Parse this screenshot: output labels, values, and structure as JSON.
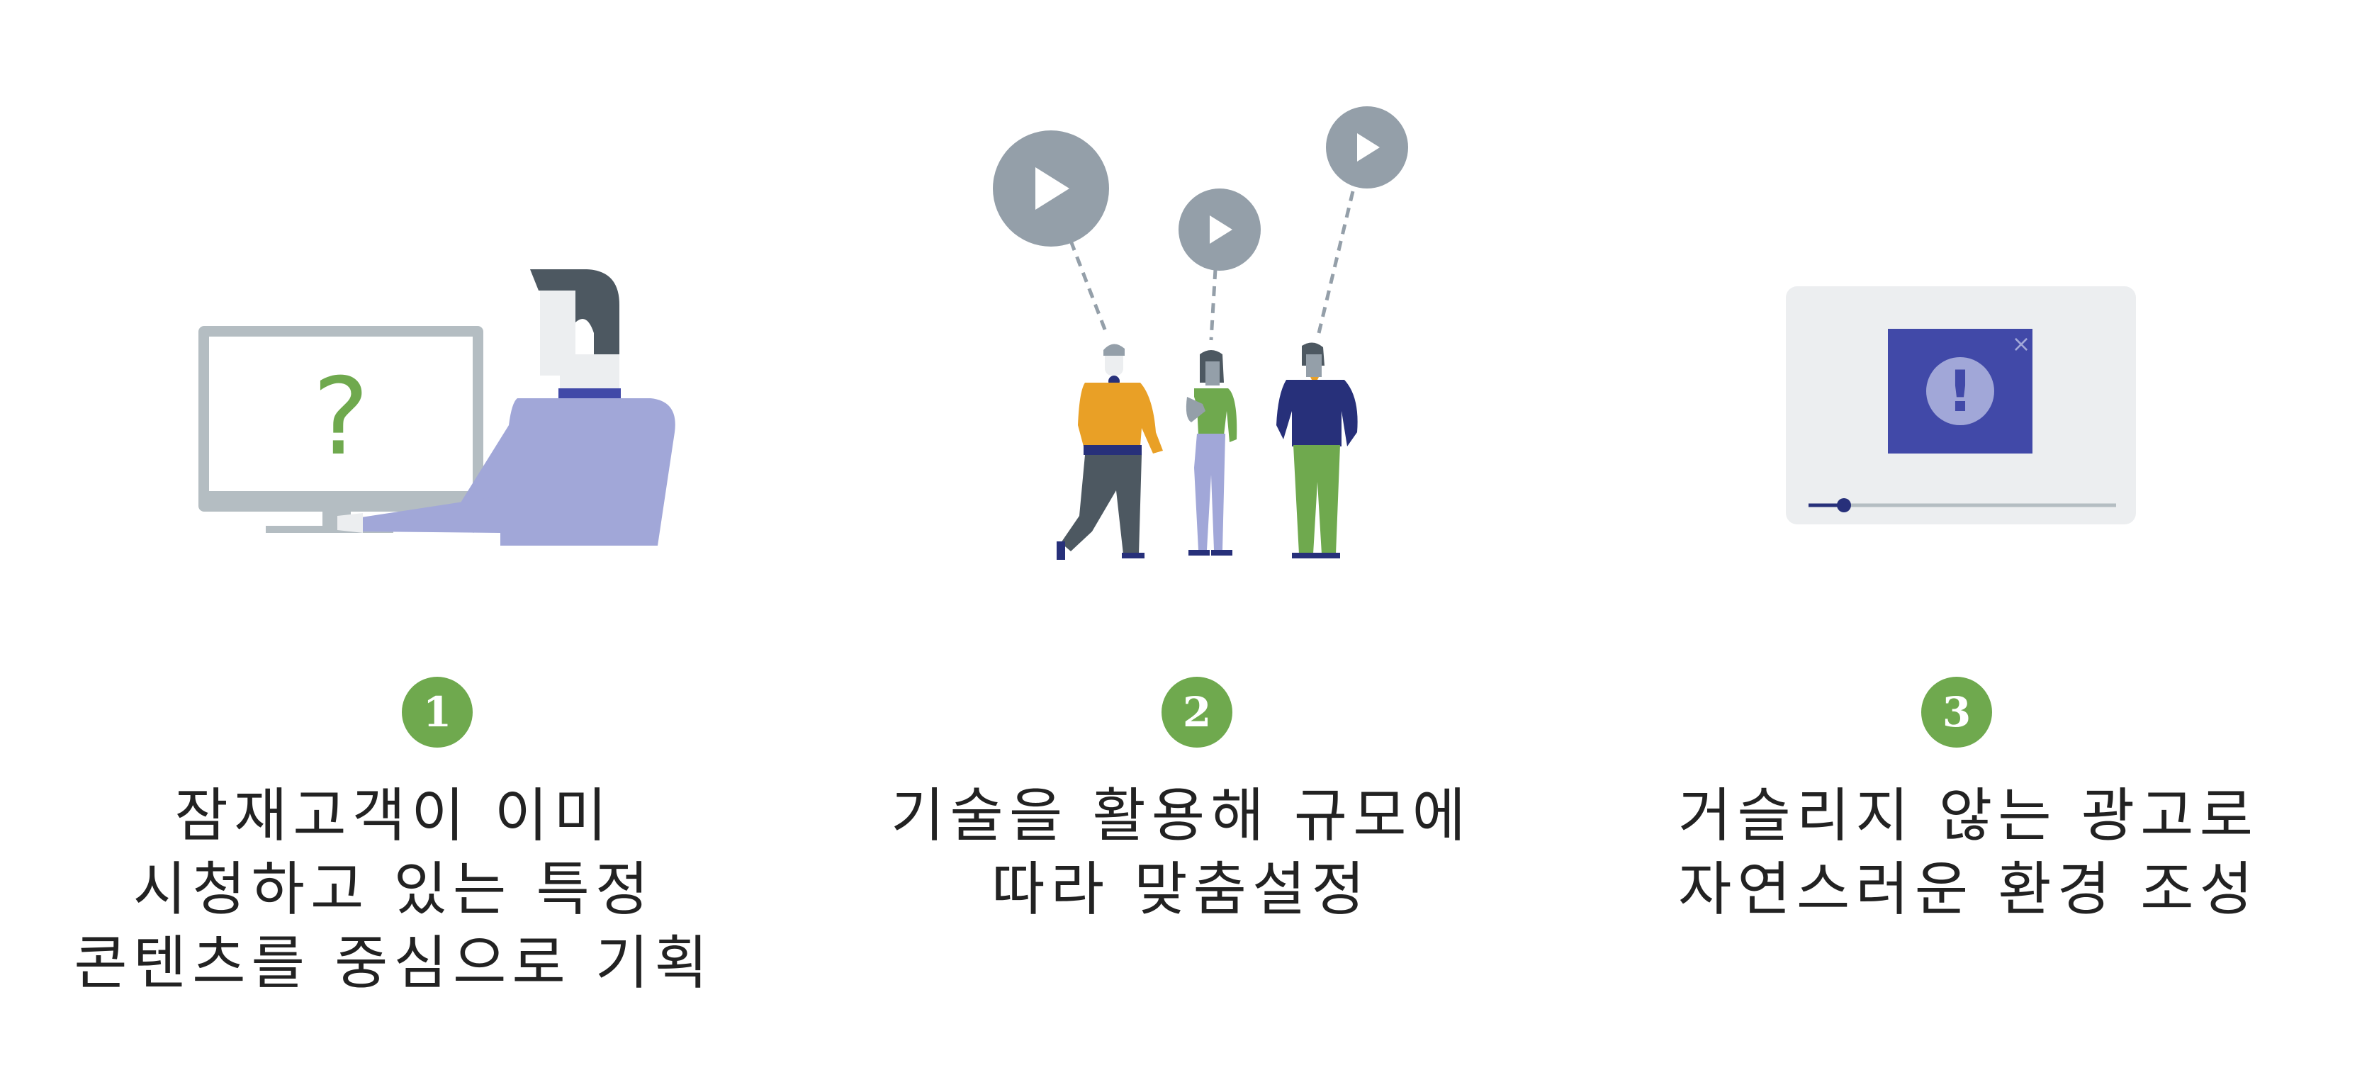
{
  "colors": {
    "accent_green": "#6fa94e",
    "indigo": "#4149a8",
    "lavender": "#a1a7d8",
    "gray_bubble": "#949fa9",
    "dark_slate": "#4d5861",
    "light_gray": "#eceef0",
    "monitor_frame": "#b4bdc2"
  },
  "steps": [
    {
      "number": "1",
      "illustration_icon": "person-at-monitor-question-icon",
      "monitor_symbol": "?",
      "lines": [
        "잠재고객이 이미",
        "시청하고 있는 특정",
        "콘텐츠를 중심으로 기획"
      ]
    },
    {
      "number": "2",
      "illustration_icon": "people-with-video-bubbles-icon",
      "lines": [
        "기술을 활용해 규모에",
        "따라 맞춤설정"
      ]
    },
    {
      "number": "3",
      "illustration_icon": "video-player-ad-icon",
      "ad_symbol": "!",
      "close_symbol": "×",
      "lines": [
        "거슬리지 않는 광고로",
        "자연스러운 환경 조성"
      ]
    }
  ]
}
